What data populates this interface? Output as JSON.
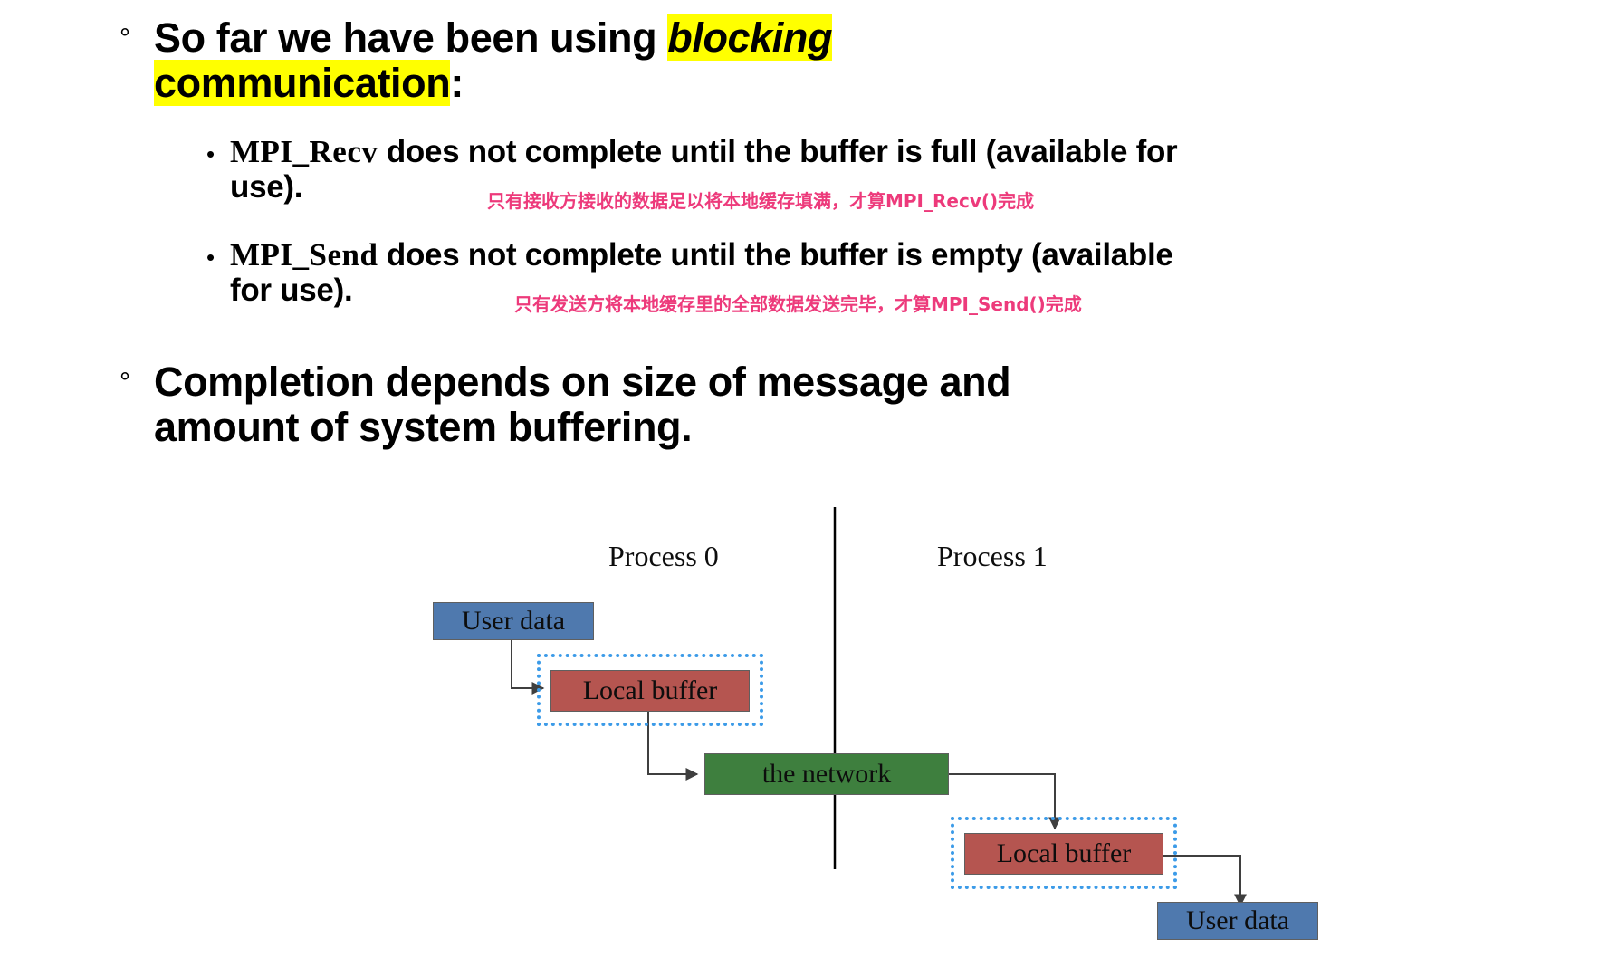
{
  "slide": {
    "bullet_glyph_level1": "°",
    "bullet_glyph_level2": "•",
    "points": [
      {
        "id": "blocking-communication",
        "line1_plain": "So far we have been using ",
        "line1_highlight": "blocking",
        "line2_highlight": "communication",
        "line2_tail": ":"
      },
      {
        "id": "completion-depends",
        "line1": "Completion depends on size of message and",
        "line2": "amount of system buffering."
      }
    ],
    "subpoints": [
      {
        "id": "mpi-recv",
        "code": "MPI_Recv",
        "text": " does not complete until the buffer is full (available for",
        "text_line2": "use).",
        "annotation_cn": "只有接收方接收的数据足以将本地缓存填满，才算MPI_Recv()完成"
      },
      {
        "id": "mpi-send",
        "code": "MPI_Send",
        "text": " does not complete until the buffer is empty (available",
        "text_line2": "for use).",
        "annotation_cn": "只有发送方将本地缓存里的全部数据发送完毕，才算MPI_Send()完成"
      }
    ]
  },
  "diagram": {
    "process_labels": [
      {
        "id": "process-0",
        "label": "Process 0"
      },
      {
        "id": "process-1",
        "label": "Process 1"
      }
    ],
    "nodes": [
      {
        "id": "user-data-send",
        "label": "User data",
        "color": "#4F79AE"
      },
      {
        "id": "local-buffer-send",
        "label": "Local buffer",
        "color": "#B55550"
      },
      {
        "id": "the-network",
        "label": "the network",
        "color": "#3E7F3E"
      },
      {
        "id": "local-buffer-recv",
        "label": "Local buffer",
        "color": "#B55550"
      },
      {
        "id": "user-data-recv",
        "label": "User data",
        "color": "#4F79AE"
      }
    ],
    "highlight_color": "#3C9BE8",
    "divider_label": "process-divider"
  },
  "colors": {
    "highlight_yellow": "#FFFF00",
    "annotation_pink": "#ED3A7B",
    "box_blue": "#4F79AE",
    "box_red": "#B55550",
    "box_green": "#3E7F3E",
    "dash_blue": "#3C9BE8"
  }
}
